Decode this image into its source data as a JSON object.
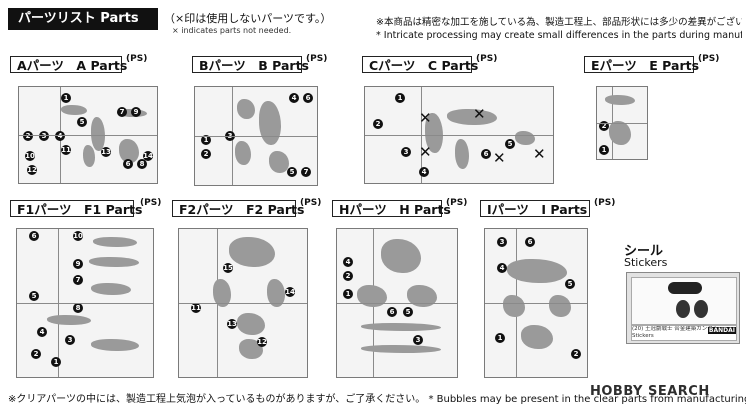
{
  "header": {
    "title": "パーツリスト Parts list",
    "note_jp": "（×印は使用しないパーツです。）",
    "note_en": "× indicates parts not needed.",
    "notice_jp": "※本商品は精密な加工を施している為、製造工程上、部品形状には多少の差異がございます。",
    "notice_en": "* Intricate processing may create small differences in the parts during manufacturing."
  },
  "runners": [
    {
      "id": "A",
      "label": "Aパーツ　A Parts",
      "ps": "(PS)",
      "numbers": [
        "1",
        "2",
        "3",
        "4",
        "5",
        "6",
        "7",
        "8",
        "9",
        "10",
        "11",
        "12",
        "13",
        "14"
      ]
    },
    {
      "id": "B",
      "label": "Bパーツ　B Parts",
      "ps": "(PS)",
      "numbers": [
        "1",
        "2",
        "3",
        "4",
        "5",
        "6",
        "7"
      ]
    },
    {
      "id": "C",
      "label": "Cパーツ　C Parts",
      "ps": "(PS)",
      "numbers": [
        "1",
        "2",
        "3",
        "4",
        "5",
        "6"
      ]
    },
    {
      "id": "E",
      "label": "Eパーツ　E Parts",
      "ps": "(PS)",
      "numbers": [
        "1",
        "2"
      ]
    },
    {
      "id": "F1",
      "label": "F1パーツ　F1 Parts",
      "ps": "(PS)",
      "numbers": [
        "1",
        "2",
        "3",
        "4",
        "5",
        "6",
        "7",
        "8",
        "9",
        "10"
      ]
    },
    {
      "id": "F2",
      "label": "F2パーツ　F2 Parts",
      "ps": "(PS)",
      "numbers": [
        "11",
        "12",
        "13",
        "14",
        "15"
      ]
    },
    {
      "id": "H",
      "label": "Hパーツ　H Parts",
      "ps": "(PS)",
      "numbers": [
        "1",
        "2",
        "3",
        "4",
        "5",
        "6"
      ]
    },
    {
      "id": "I",
      "label": "Iパーツ　I Parts",
      "ps": "(PS)",
      "numbers": [
        "1",
        "2",
        "3",
        "4",
        "5",
        "6"
      ]
    }
  ],
  "stickers": {
    "title_jp": "シール",
    "title_en": "Stickers",
    "strip_text": "(20) 王冠劇戦士 合金建築ガンダム Stickers",
    "brand": "BANDAI"
  },
  "footer": {
    "note": "※クリアパーツの中には、製造工程上気泡が入っているものがありますが、ご了承ください。 * Bubbles may be present in the clear parts from manufacturing."
  },
  "watermark": {
    "text": "HOBBY SEARCH"
  }
}
